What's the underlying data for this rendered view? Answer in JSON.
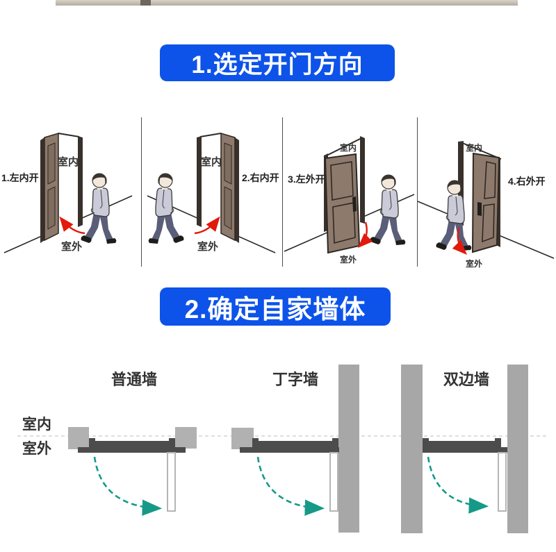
{
  "colors": {
    "banner_blue": "#0d53e9",
    "arrow_red": "#e2190b",
    "swing_teal": "#169a87",
    "door_brown": "#8d7a6c",
    "wall_gray": "#aaaaaa",
    "frame_dark": "#4c4c4c"
  },
  "section1": {
    "banner": "1.选定开门方向",
    "diagrams": [
      {
        "label": "1.左内开",
        "indoor": "室内",
        "outdoor": "室外"
      },
      {
        "label": "2.右内开",
        "indoor": "室内",
        "outdoor": "室外"
      },
      {
        "label": "3.左外开",
        "indoor": "室内",
        "outdoor": "室外"
      },
      {
        "label": "4.右外开",
        "indoor": "室内",
        "outdoor": "室外"
      }
    ]
  },
  "section2": {
    "banner": "2.确定自家墙体",
    "indoor_label": "室内",
    "outdoor_label": "室外",
    "walls": [
      {
        "title": "普通墙"
      },
      {
        "title": "丁字墙"
      },
      {
        "title": "双边墙"
      }
    ]
  }
}
